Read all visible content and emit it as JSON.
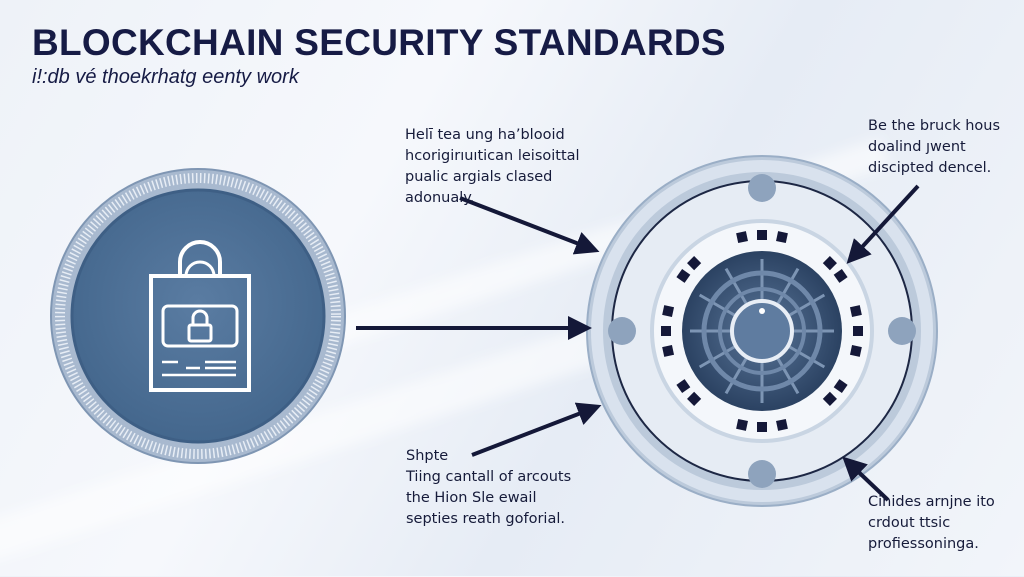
{
  "header": {
    "title": "BLOCKCHAIN SECURITY STANDARDS",
    "subtitle": "i!:db vé thoekrhatg eenty work"
  },
  "annotations": {
    "top_middle": "Helī tea ung ha’bloоid\nhcorigirıuıtican leisoittal\npualic argials clased\nadonualy.",
    "top_right": "Be the bruck hous\ndoalind ȷwent\ndiscipted dencel.",
    "bottom_middle": "Shpte\nTiing cantall of arcouts\nthe Hion Sle ewail\nsepties reath gofоrial.",
    "bottom_right": "Cinides arnjne ito\ncrdout ttsic\nprofiessoninga."
  },
  "colors": {
    "title": "#161b45",
    "arrow": "#141838",
    "left_disk": "#4f7298",
    "ring": "#a9bad0",
    "core_dark": "#2e4765"
  }
}
